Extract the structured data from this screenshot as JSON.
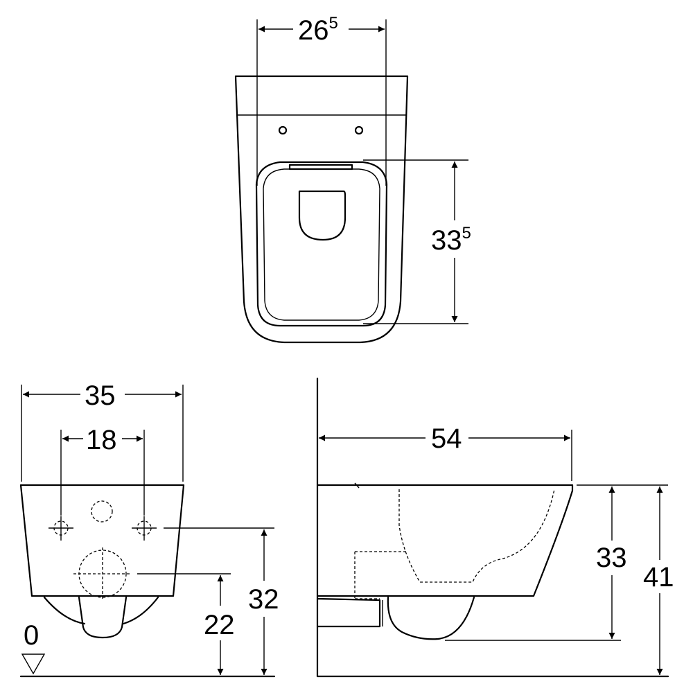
{
  "dimensions": {
    "top_width": {
      "main": "26",
      "sup": "5"
    },
    "top_depth": {
      "main": "33",
      "sup": "5"
    },
    "front_width": "35",
    "front_bolt_spacing": "18",
    "front_bolt_height": "32",
    "front_outlet_height": "22",
    "floor_label": "0",
    "side_projection": "54",
    "side_rim_height": "33",
    "side_total_height": "41"
  }
}
